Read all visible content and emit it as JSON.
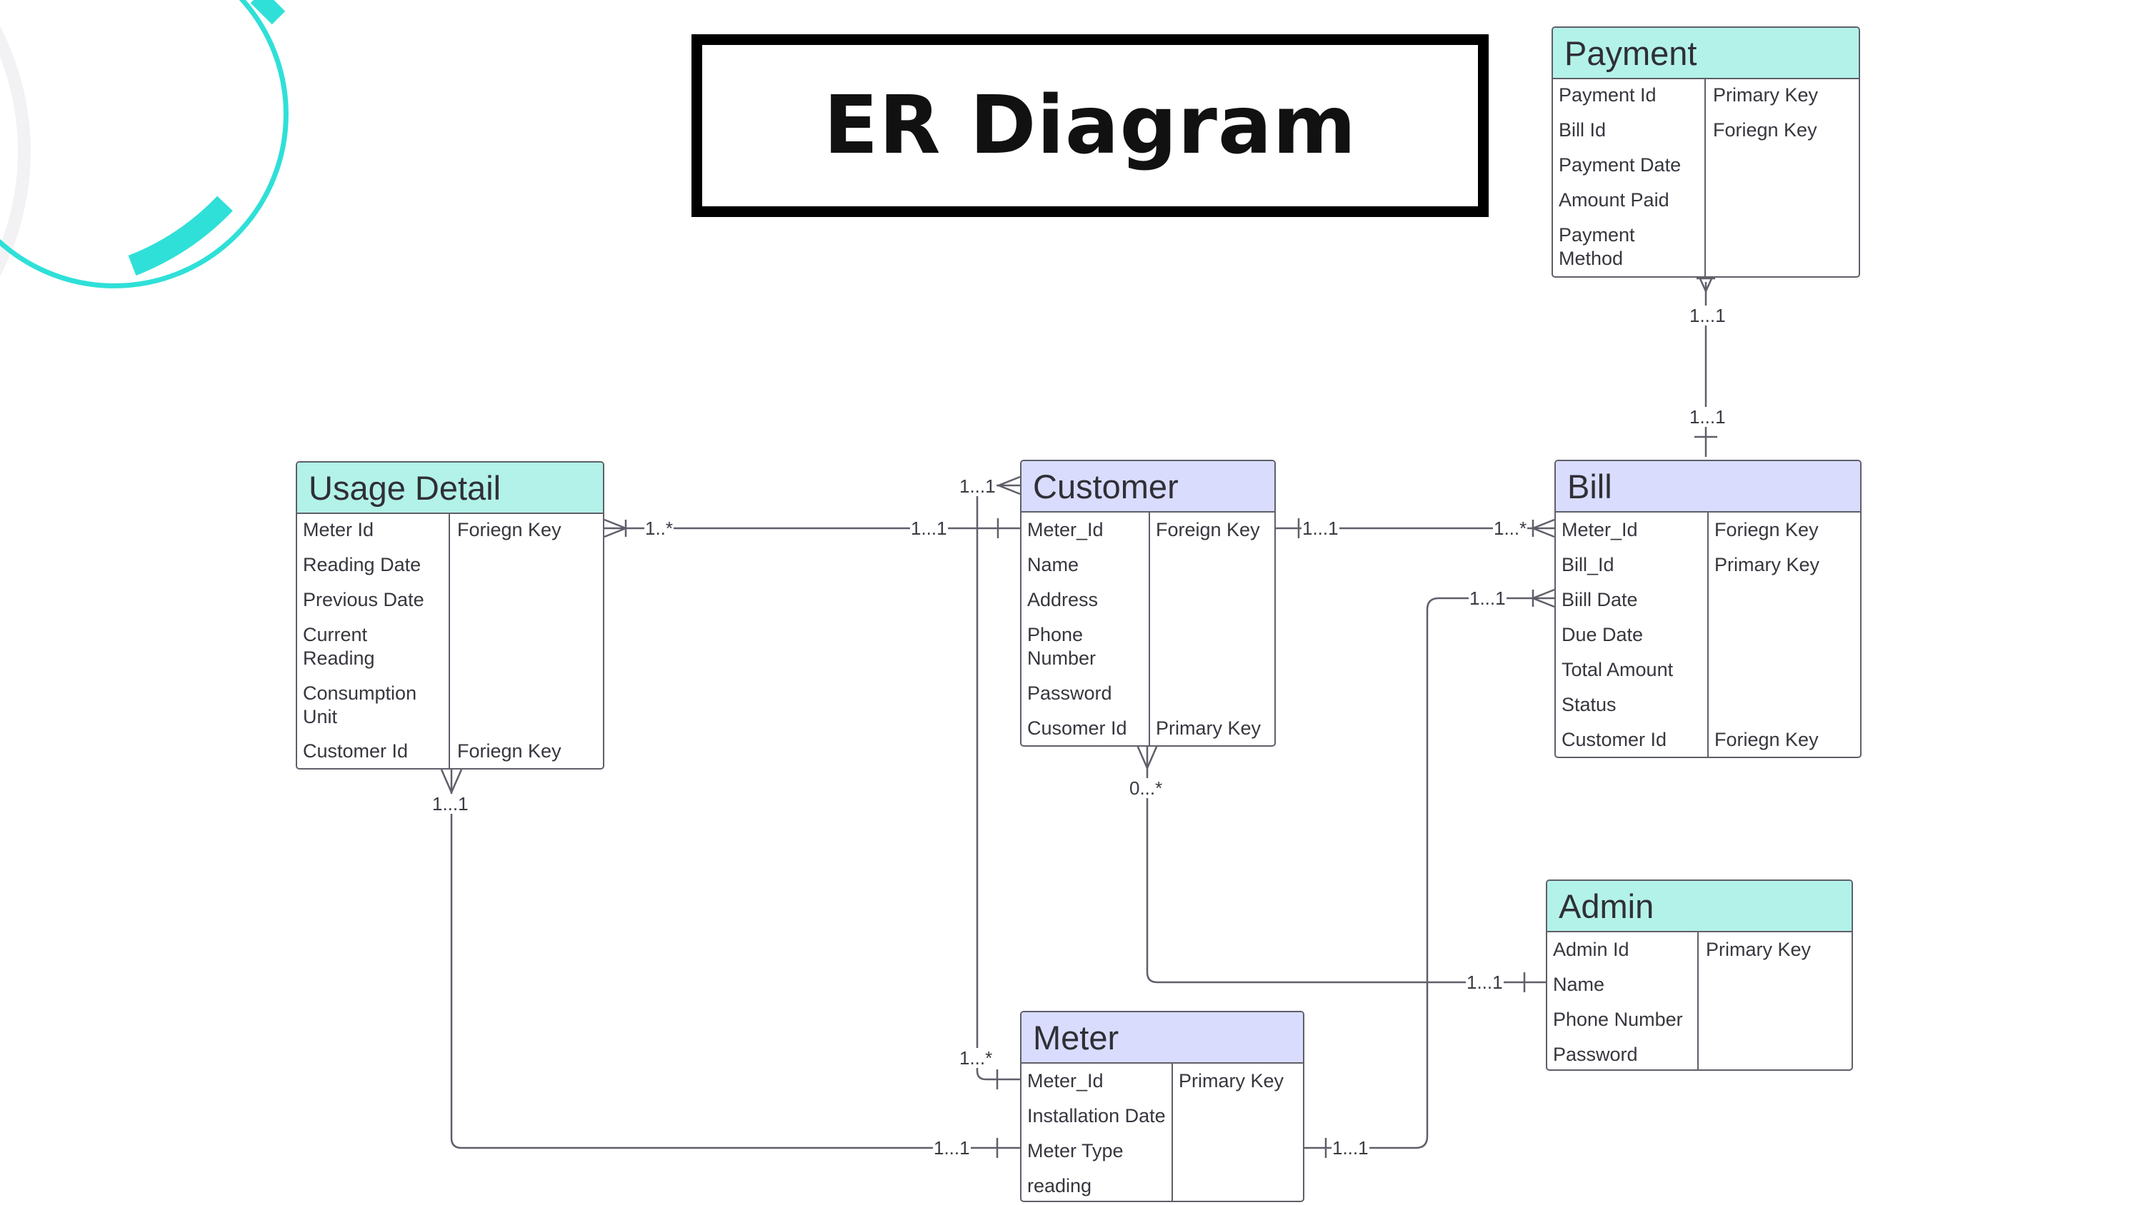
{
  "title": "ER Diagram",
  "entities": {
    "payment": {
      "name": "Payment",
      "attributes": [
        {
          "name": "Payment Id",
          "key": "Primary Key"
        },
        {
          "name": "Bill Id",
          "key": "Foriegn Key"
        },
        {
          "name": "Payment Date",
          "key": ""
        },
        {
          "name": "Amount Paid",
          "key": ""
        },
        {
          "name": "Payment Method",
          "key": ""
        }
      ]
    },
    "usage_detail": {
      "name": "Usage Detail",
      "attributes": [
        {
          "name": "Meter Id",
          "key": "Foriegn Key"
        },
        {
          "name": "Reading Date",
          "key": ""
        },
        {
          "name": "Previous Date",
          "key": ""
        },
        {
          "name": "Current Reading",
          "key": ""
        },
        {
          "name": "Consumption Unit",
          "key": ""
        },
        {
          "name": "Customer Id",
          "key": "Foriegn Key"
        }
      ]
    },
    "customer": {
      "name": "Customer",
      "attributes": [
        {
          "name": "Meter_Id",
          "key": "Foreign Key"
        },
        {
          "name": "Name",
          "key": ""
        },
        {
          "name": "Address",
          "key": ""
        },
        {
          "name": "Phone Number",
          "key": ""
        },
        {
          "name": "Password",
          "key": ""
        },
        {
          "name": "Cusomer Id",
          "key": "Primary Key"
        }
      ]
    },
    "bill": {
      "name": "Bill",
      "attributes": [
        {
          "name": "Meter_Id",
          "key": "Foriegn Key"
        },
        {
          "name": "Bill_Id",
          "key": "Primary Key"
        },
        {
          "name": "Biill Date",
          "key": ""
        },
        {
          "name": "Due Date",
          "key": ""
        },
        {
          "name": "Total Amount",
          "key": ""
        },
        {
          "name": "Status",
          "key": ""
        },
        {
          "name": "Customer Id",
          "key": "Foriegn Key"
        }
      ]
    },
    "admin": {
      "name": "Admin",
      "attributes": [
        {
          "name": "Admin Id",
          "key": "Primary Key"
        },
        {
          "name": "Name",
          "key": ""
        },
        {
          "name": "Phone Number",
          "key": ""
        },
        {
          "name": "Password",
          "key": ""
        }
      ]
    },
    "meter": {
      "name": "Meter",
      "attributes": [
        {
          "name": "Meter_Id",
          "key": "Primary Key"
        },
        {
          "name": "Installation Date",
          "key": ""
        },
        {
          "name": "Meter Type",
          "key": ""
        },
        {
          "name": "reading",
          "key": ""
        }
      ]
    }
  },
  "relationships": [
    {
      "from": "Bill",
      "to": "Payment",
      "from_card": "1...1",
      "to_card": "1...1"
    },
    {
      "from": "Usage Detail",
      "to": "Customer",
      "from_card": "1..*",
      "to_card": "1...1"
    },
    {
      "from": "Customer",
      "to": "Bill",
      "from_card": "1...1",
      "to_card": "1...*"
    },
    {
      "from": "Customer",
      "to": "Meter",
      "from_card": "1...1",
      "to_card": "1...*"
    },
    {
      "from": "Customer",
      "to": "Admin",
      "from_card": "0...*",
      "to_card": "1...1"
    },
    {
      "from": "Usage Detail",
      "to": "Meter",
      "from_card": "1...1",
      "to_card": "1...1"
    },
    {
      "from": "Meter",
      "to": "Bill",
      "from_card": "1...1",
      "to_card": "1...1"
    }
  ],
  "colors": {
    "teal_header": "#b3f2e8",
    "lavender_header": "#d9dcfd",
    "decoration": "#2fe0d8",
    "line": "#5f5f6a"
  }
}
